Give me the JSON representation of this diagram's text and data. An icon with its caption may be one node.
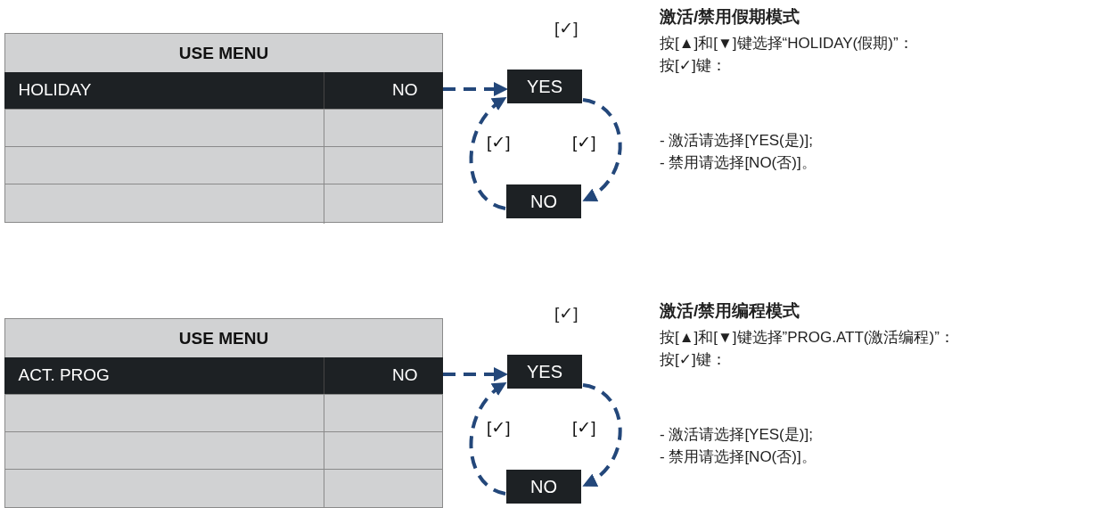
{
  "diagram": {
    "nodes": [
      {
        "text": [
          "USE MENU"
        ]
      },
      {
        "text": [
          "HOLIDAY",
          "NO"
        ],
        "in": 0
      },
      {
        "text": [],
        "shape": "box",
        "in": 0
      },
      {
        "text": [],
        "shape": "box",
        "in": 0
      },
      {
        "text": [],
        "shape": "box",
        "in": 0
      },
      {
        "text": [
          "YES"
        ]
      },
      {
        "text": [
          "NO"
        ]
      },
      {
        "text": [
          "USE MENU"
        ]
      },
      {
        "text": [
          "ACT. PROG",
          "NO"
        ],
        "in": 7
      },
      {
        "text": [],
        "shape": "box",
        "in": 7
      },
      {
        "text": [],
        "shape": "box",
        "in": 7
      },
      {
        "text": [],
        "shape": "box",
        "in": 7
      },
      {
        "text": [
          "YES"
        ]
      },
      {
        "text": [
          "NO"
        ]
      }
    ],
    "edges": [
      {
        "from": 1,
        "to": 5,
        "arrow": "to",
        "style": "dashed"
      },
      {
        "from": 5,
        "to": 6,
        "arrow": "to",
        "style": "dashed",
        "label": "[✓]"
      },
      {
        "from": 6,
        "to": 5,
        "arrow": "to",
        "style": "dashed",
        "label": "[✓]"
      },
      {
        "from": 8,
        "to": 12,
        "arrow": "to",
        "style": "dashed"
      },
      {
        "from": 12,
        "to": 13,
        "arrow": "to",
        "style": "dashed",
        "label": "[✓]"
      },
      {
        "from": 13,
        "to": 12,
        "arrow": "to",
        "style": "dashed",
        "label": "[✓]"
      }
    ],
    "labels": [
      "[✓]",
      "激活/禁用假期模式",
      "按[▲]和[▼]键选择“HOLIDAY(假期)”：",
      "按[✓]键：",
      "- 激活请选择[YES(是)];",
      "- 禁用请选择[NO(否)]。",
      "[✓]",
      "激活/禁用编程模式",
      "按[▲]和[▼]键选择”PROG.ATT(激活编程)”：",
      "按[✓]键：",
      "- 激活请选择[YES(是)];",
      "- 禁用请选择[NO(否)]。"
    ]
  }
}
